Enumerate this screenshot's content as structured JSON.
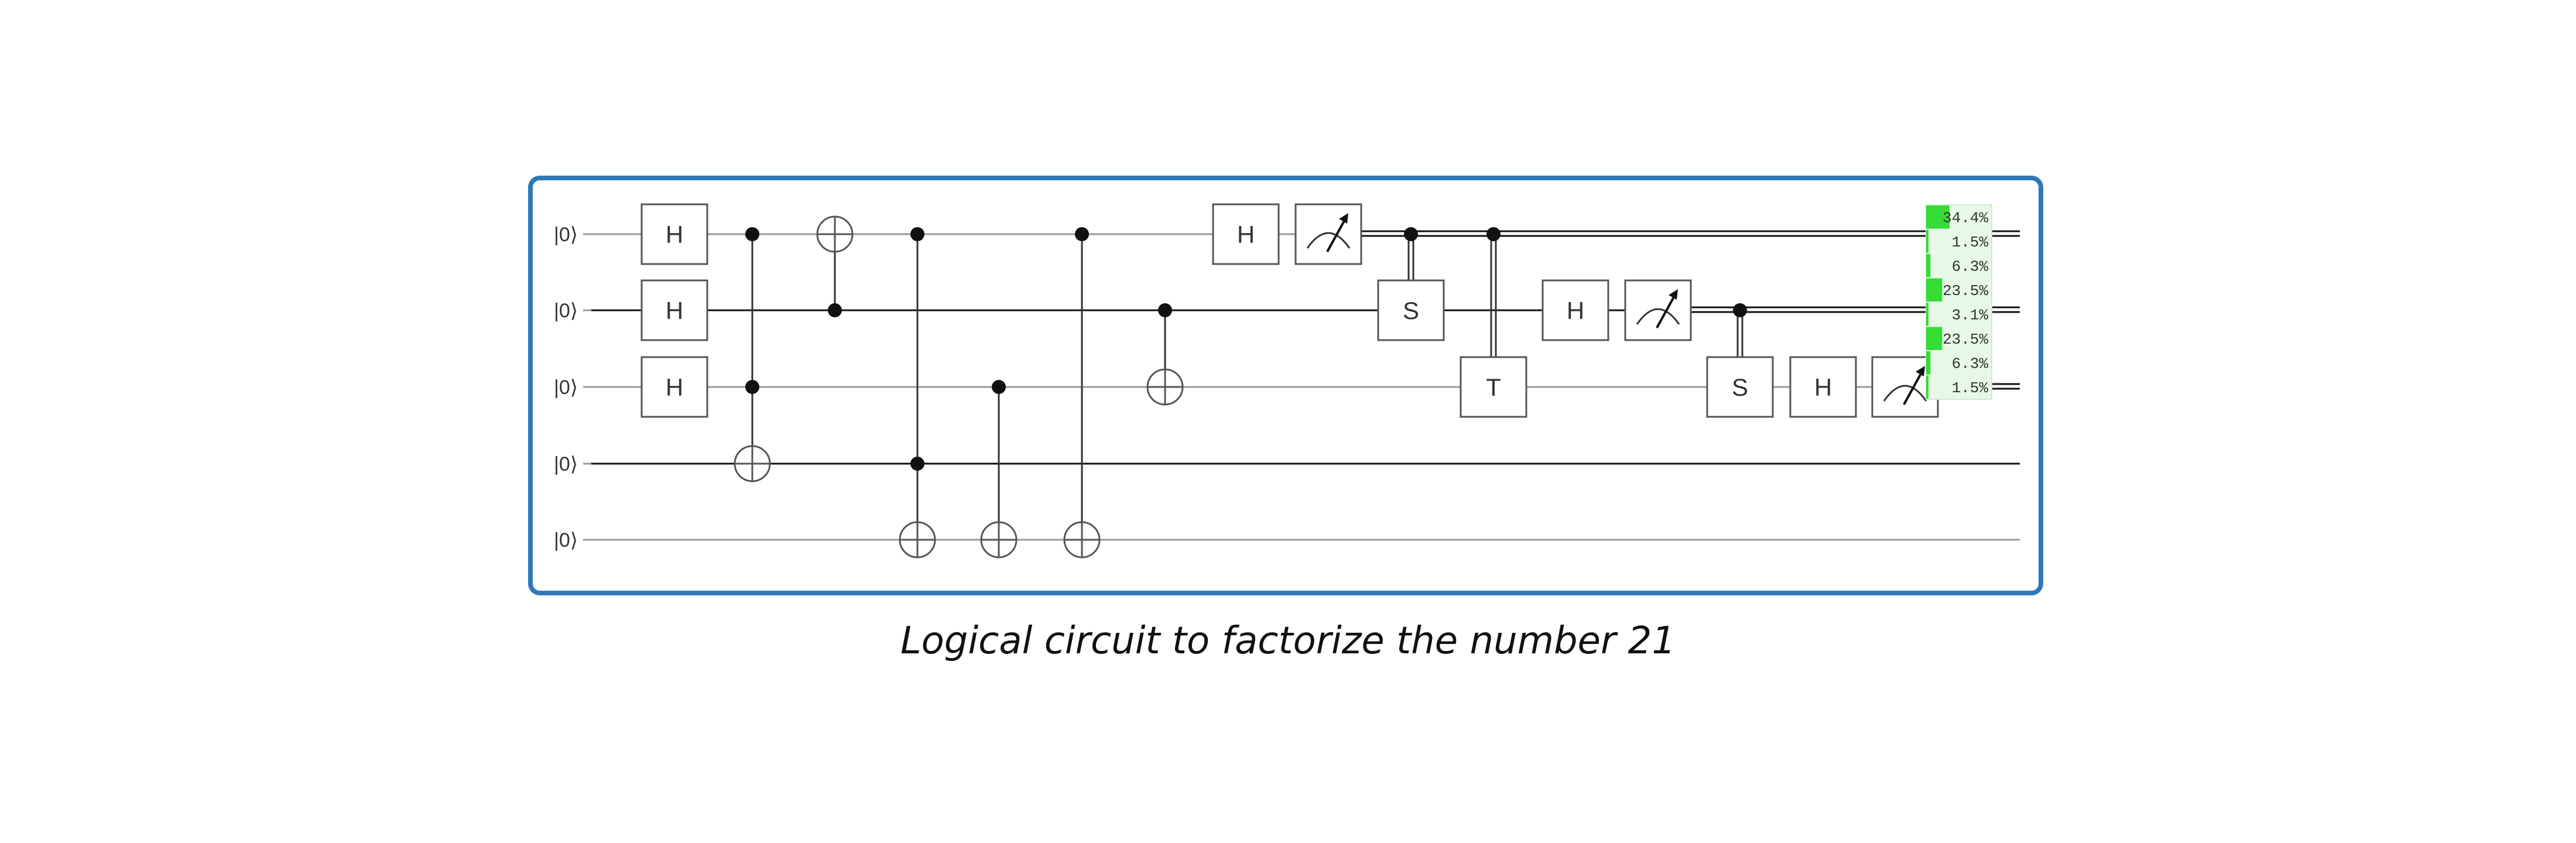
{
  "qubits": [
    {
      "label": "|0⟩",
      "wire": "quantum"
    },
    {
      "label": "|0⟩",
      "wire": "quantum"
    },
    {
      "label": "|0⟩",
      "wire": "quantum"
    },
    {
      "label": "|0⟩",
      "wire": "quantum"
    },
    {
      "label": "|0⟩",
      "wire": "quantum"
    }
  ],
  "gates": [
    {
      "kind": "H",
      "label": "H",
      "qubit": 0,
      "step": 0
    },
    {
      "kind": "H",
      "label": "H",
      "qubit": 1,
      "step": 0
    },
    {
      "kind": "H",
      "label": "H",
      "qubit": 2,
      "step": 0
    },
    {
      "kind": "cnot",
      "controls": [
        0,
        2
      ],
      "target": 3,
      "step": 1
    },
    {
      "kind": "cnot",
      "controls": [
        1
      ],
      "target": 0,
      "step": 2
    },
    {
      "kind": "cnot",
      "controls": [
        0,
        3
      ],
      "target": 4,
      "step": 3
    },
    {
      "kind": "cnot",
      "controls": [
        2
      ],
      "target": 4,
      "step": 4
    },
    {
      "kind": "cnot",
      "controls": [
        0
      ],
      "target": 4,
      "step": 5
    },
    {
      "kind": "cnot",
      "controls": [
        1
      ],
      "target": 2,
      "step": 6
    },
    {
      "kind": "H",
      "label": "H",
      "qubit": 0,
      "step": 7
    },
    {
      "kind": "measure",
      "qubit": 0,
      "step": 8
    },
    {
      "kind": "S",
      "label": "S",
      "qubit": 1,
      "step": 9,
      "classical_control": 0
    },
    {
      "kind": "T",
      "label": "T",
      "qubit": 2,
      "step": 10,
      "classical_control": 0
    },
    {
      "kind": "H",
      "label": "H",
      "qubit": 1,
      "step": 11
    },
    {
      "kind": "measure",
      "qubit": 1,
      "step": 12
    },
    {
      "kind": "S",
      "label": "S",
      "qubit": 2,
      "step": 13,
      "classical_control": 1
    },
    {
      "kind": "H",
      "label": "H",
      "qubit": 2,
      "step": 14
    },
    {
      "kind": "measure",
      "qubit": 2,
      "step": 15
    }
  ],
  "histogram": {
    "bar_color": "#33dd33",
    "panel_color": "#e8f8e8",
    "entries": [
      {
        "text": "34.4%",
        "fraction": 0.344
      },
      {
        "text": "1.5%",
        "fraction": 0.015
      },
      {
        "text": "6.3%",
        "fraction": 0.063
      },
      {
        "text": "23.5%",
        "fraction": 0.235
      },
      {
        "text": "3.1%",
        "fraction": 0.031
      },
      {
        "text": "23.5%",
        "fraction": 0.235
      },
      {
        "text": "6.3%",
        "fraction": 0.063
      },
      {
        "text": "1.5%",
        "fraction": 0.015
      }
    ]
  },
  "colors": {
    "frame": "#2f78b8",
    "wire": "#9a9a9a",
    "wire_dark": "#111111"
  },
  "caption": "Logical circuit to factorize the number 21"
}
